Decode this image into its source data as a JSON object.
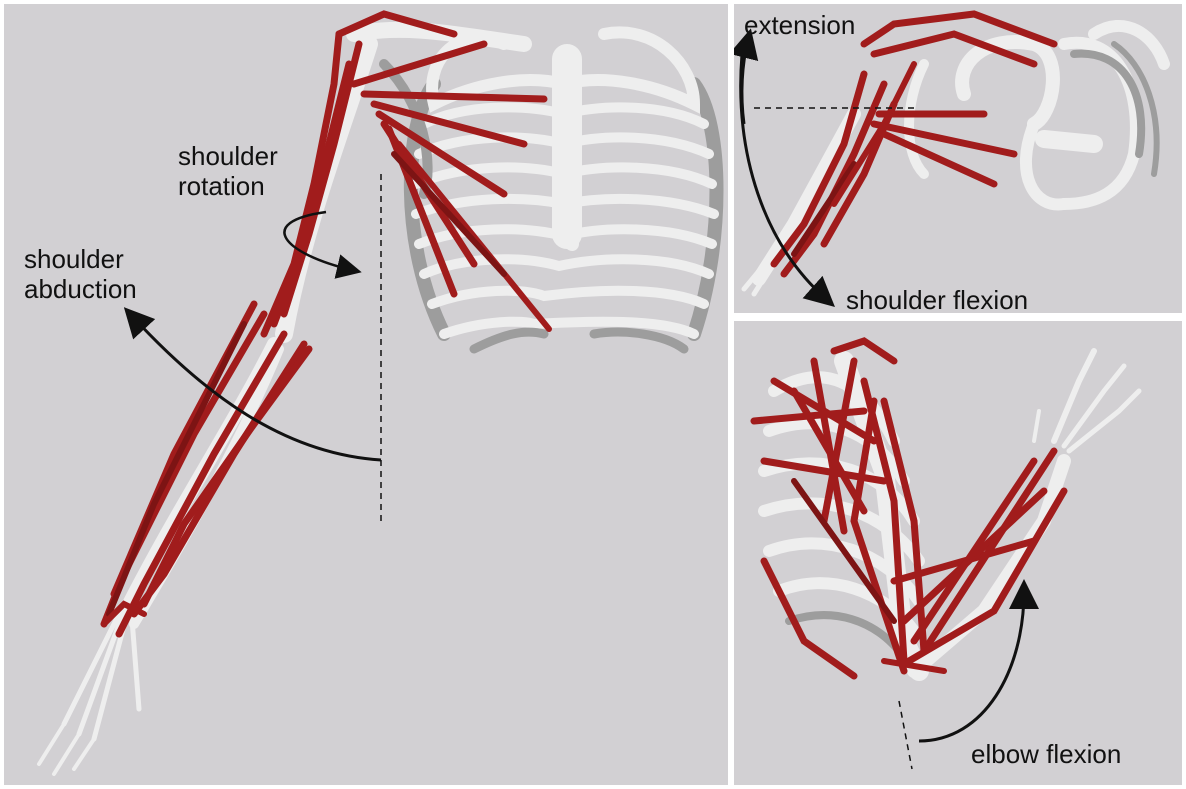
{
  "main_panel": {
    "shoulder_rotation": [
      "shoulder",
      "rotation"
    ],
    "shoulder_abduction": [
      "shoulder",
      "abduction"
    ]
  },
  "top_right_panel": {
    "extension": "extension",
    "shoulder_flexion": "shoulder flexion"
  },
  "bottom_right_panel": {
    "elbow_flexion": "elbow flexion"
  },
  "colors": {
    "background": "#d2d0d3",
    "bone": "#eeeeee",
    "muscle": "#a11c1c",
    "annotation": "#111111"
  }
}
